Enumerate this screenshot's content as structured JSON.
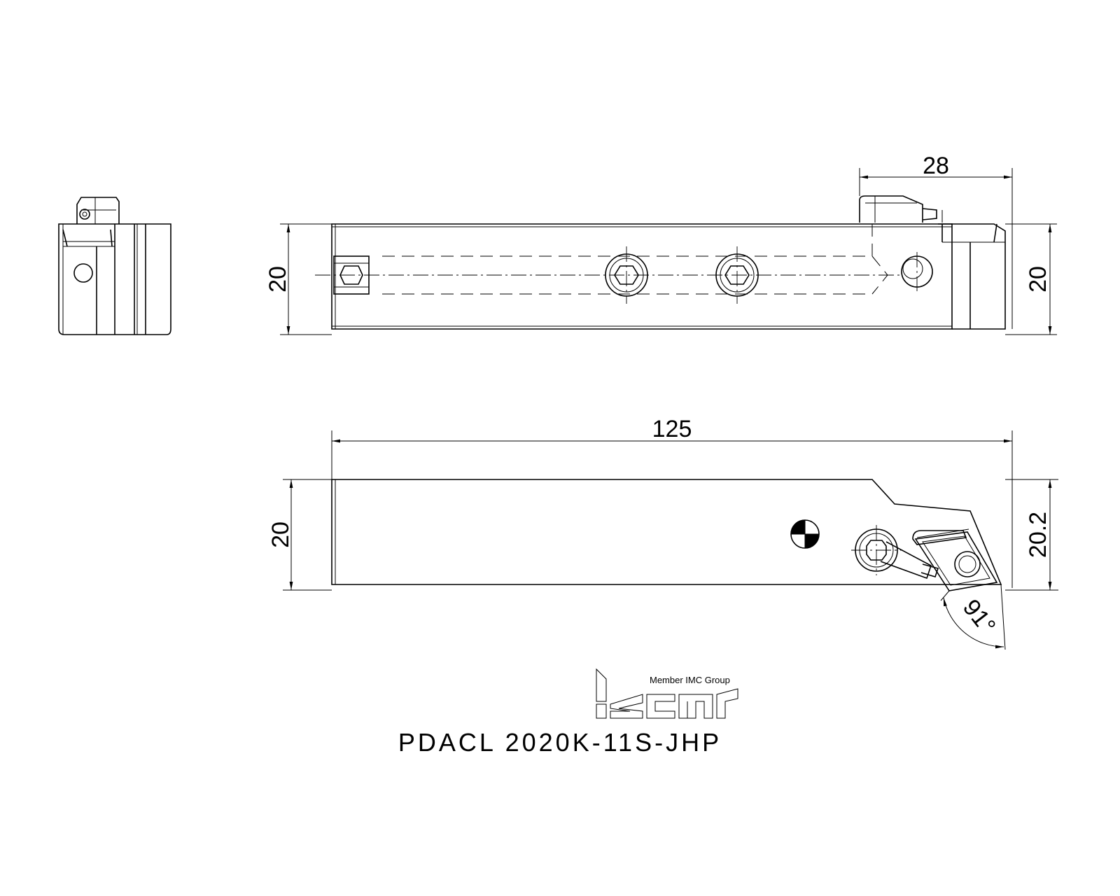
{
  "part_number": "PDACL 2020K-11S-JHP",
  "logo": {
    "wordmark": "iscar",
    "tagline": "Member IMC Group"
  },
  "dimensions": {
    "top_view_height_left": "20",
    "top_view_height_right": "20",
    "head_length": "28",
    "overall_length": "125",
    "side_view_height_left": "20",
    "side_view_height_right": "20.2",
    "approach_angle": "91°"
  }
}
